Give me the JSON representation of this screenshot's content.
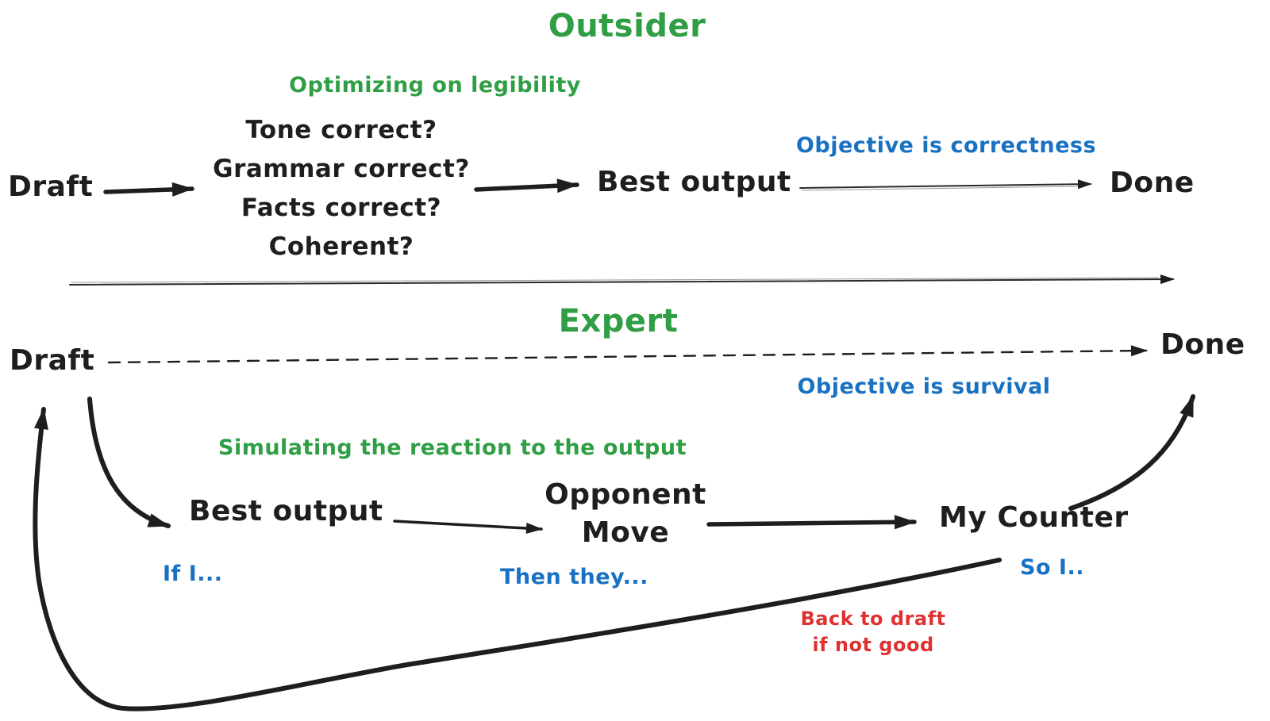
{
  "colors": {
    "ink": "#1e1e1e",
    "green": "#2f9e44",
    "blue": "#1971c2",
    "red": "#e03131",
    "background": "#ffffff"
  },
  "outsider": {
    "title": "Outsider",
    "annotation": "Optimizing on legibility",
    "draft_label": "Draft",
    "checklist": [
      "Tone correct?",
      "Grammar correct?",
      "Facts correct?",
      "Coherent?"
    ],
    "best_output_label": "Best output",
    "objective_label": "Objective is correctness",
    "done_label": "Done"
  },
  "expert": {
    "title": "Expert",
    "draft_label": "Draft",
    "done_label": "Done",
    "objective_label": "Objective is survival",
    "annotation": "Simulating the reaction to the output",
    "best_output_label": "Best output",
    "if_i_label": "If I...",
    "opponent_line1": "Opponent",
    "opponent_line2": "Move",
    "then_they_label": "Then they...",
    "my_counter_label": "My Counter",
    "so_i_label": "So I..",
    "back_note_line1": "Back to draft",
    "back_note_line2": "if not good"
  }
}
